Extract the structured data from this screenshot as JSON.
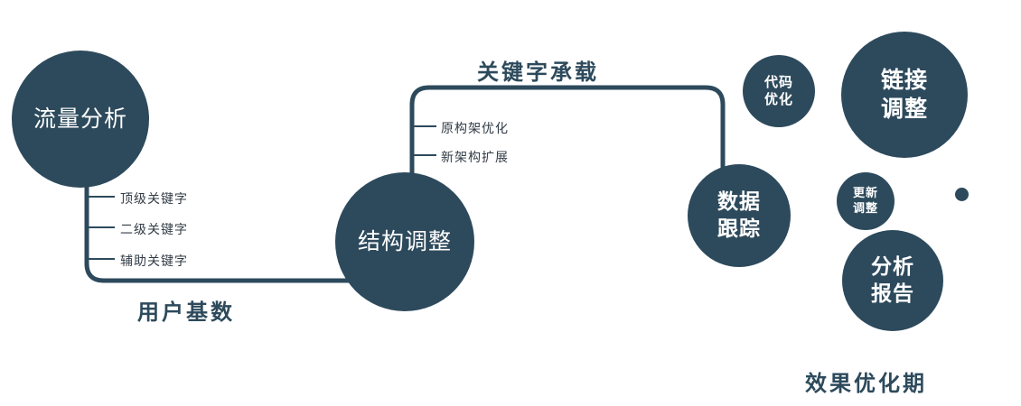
{
  "colors": {
    "accent": "#2d4a5c"
  },
  "diagram": {
    "nodes": {
      "traffic": {
        "label": "流量分析"
      },
      "structure": {
        "label": "结构调整"
      },
      "data_tracking": {
        "line1": "数据",
        "line2": "跟踪"
      },
      "code_optimization": {
        "line1": "代码",
        "line2": "优化"
      },
      "link_adjustment": {
        "line1": "链接",
        "line2": "调整"
      },
      "update_adjustment": {
        "line1": "更新",
        "line2": "调整"
      },
      "analysis_report": {
        "line1": "分析",
        "line2": "报告"
      }
    },
    "edge_labels": {
      "user_base": "用户基数",
      "keyword_carrying": "关键字承载"
    },
    "branches": {
      "traffic": [
        "顶级关键字",
        "二级关键字",
        "辅助关键字"
      ],
      "structure": [
        "原构架优化",
        "新架构扩展"
      ]
    },
    "footer": "效果优化期"
  }
}
